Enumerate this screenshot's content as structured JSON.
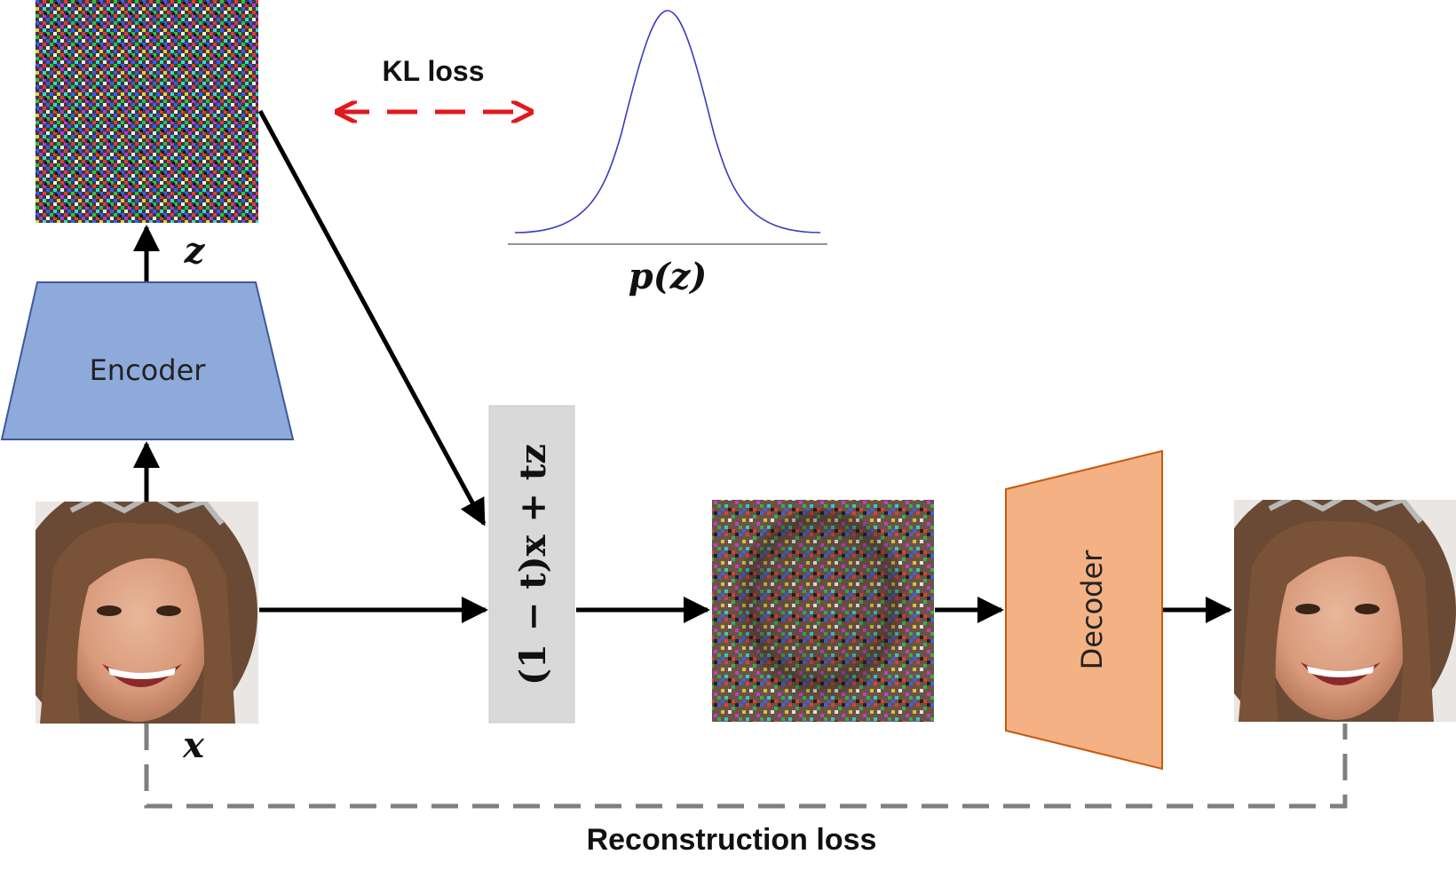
{
  "labels": {
    "kl_loss": "KL loss",
    "prior": "p(z)",
    "latent": "z",
    "input": "x",
    "encoder": "Encoder",
    "decoder": "Decoder",
    "mix": "(1 − t)x + tz",
    "reconstruction_loss": "Reconstruction loss"
  },
  "colors": {
    "encoder_fill": "#8eaadb",
    "encoder_stroke": "#3c5a9a",
    "decoder_fill": "#f4b183",
    "decoder_stroke": "#c55a11",
    "mix_fill": "#d9d9d9",
    "kl_arrow": "#e0191f",
    "recon_line": "#7f7f7f",
    "gaussian": "#3b3bbf",
    "arrows": "#000000"
  },
  "icons": {
    "latent_noise": "noise-image",
    "input_face": "face-photo",
    "noisy_mix": "noisy-face-image",
    "output_face": "reconstructed-face-photo"
  }
}
